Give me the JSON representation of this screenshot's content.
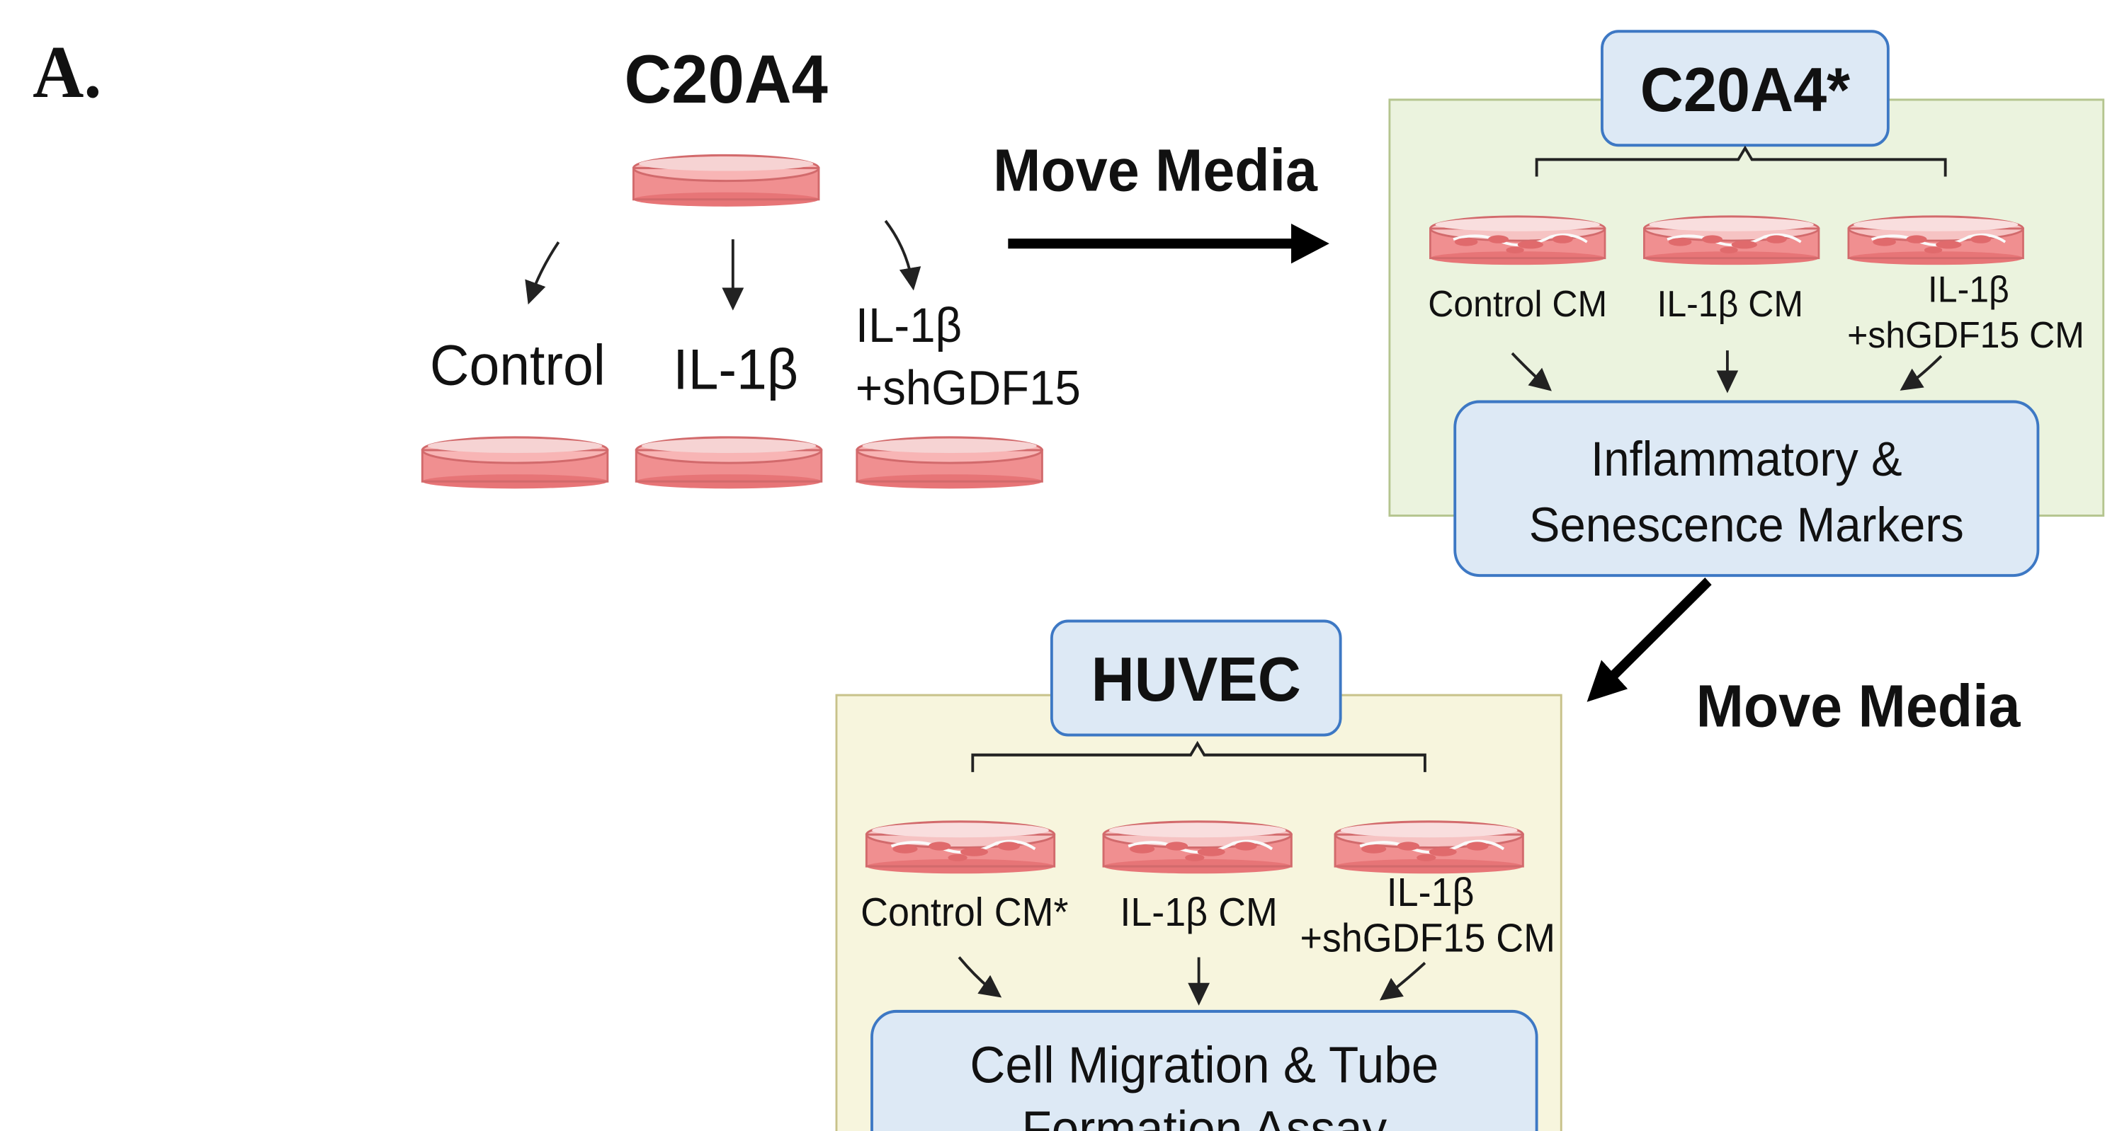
{
  "panel_label": "A.",
  "source": {
    "title": "C20A4",
    "treatments": [
      "Control",
      "IL-1β",
      "IL-1β",
      "+shGDF15"
    ]
  },
  "move_media_1": "Move Media",
  "move_media_2": "Move Media",
  "c20a4_star": {
    "title": "C20A4*",
    "dishes": [
      "Control CM",
      "IL-1β CM",
      "IL-1β",
      "+shGDF15 CM"
    ],
    "readout_line1": "Inflammatory &",
    "readout_line2": "Senescence Markers"
  },
  "huvec": {
    "title": "HUVEC",
    "dishes": [
      "Control CM*",
      "IL-1β CM",
      "IL-1β",
      "+shGDF15 CM"
    ],
    "readout_line1": "Cell Migration & Tube",
    "readout_line2": "Formation Assay"
  },
  "colors": {
    "c20a4_star_panel": "#ebf3de",
    "huvec_panel": "#f7f5dd",
    "label_box": "#dde9f5",
    "label_border": "#3d78c4",
    "dish_fill": "#f08f90",
    "dish_rim": "#f6d3d3",
    "arrow": "#000000"
  }
}
